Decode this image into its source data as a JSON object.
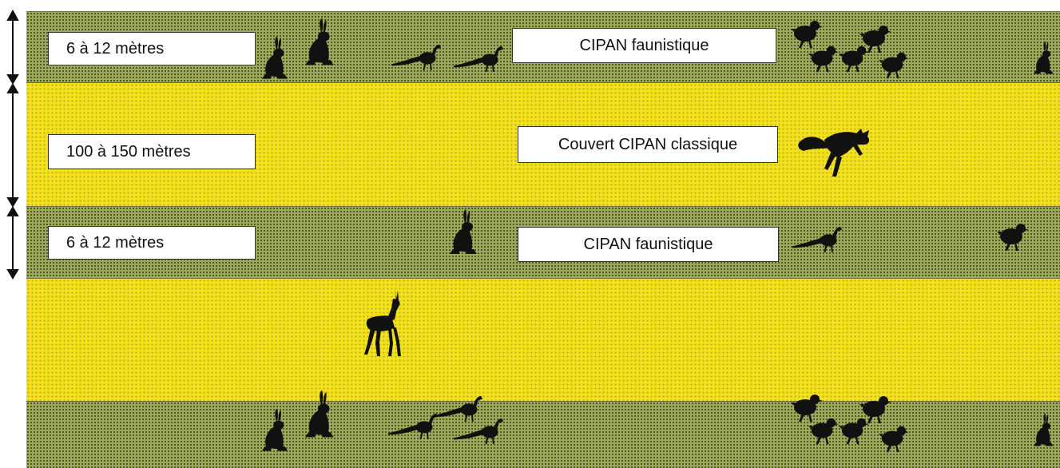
{
  "bands": [
    {
      "kind": "green"
    },
    {
      "kind": "yellow"
    },
    {
      "kind": "green"
    },
    {
      "kind": "yellow"
    },
    {
      "kind": "green"
    }
  ],
  "dimension_labels": [
    "6 à 12 mètres",
    "100 à 150 mètres",
    "6 à 12 mètres"
  ],
  "cover_labels": [
    "CIPAN faunistique",
    "Couvert CIPAN classique",
    "CIPAN faunistique"
  ],
  "colors": {
    "faunal_strip": "#9fab5a",
    "classic_cover": "#f2e21a",
    "silhouettes": "#111111"
  },
  "icons": [
    "double-arrow-icon",
    "hare-icon",
    "pheasant-icon",
    "partridge-icon",
    "fox-icon",
    "roe-deer-icon"
  ]
}
